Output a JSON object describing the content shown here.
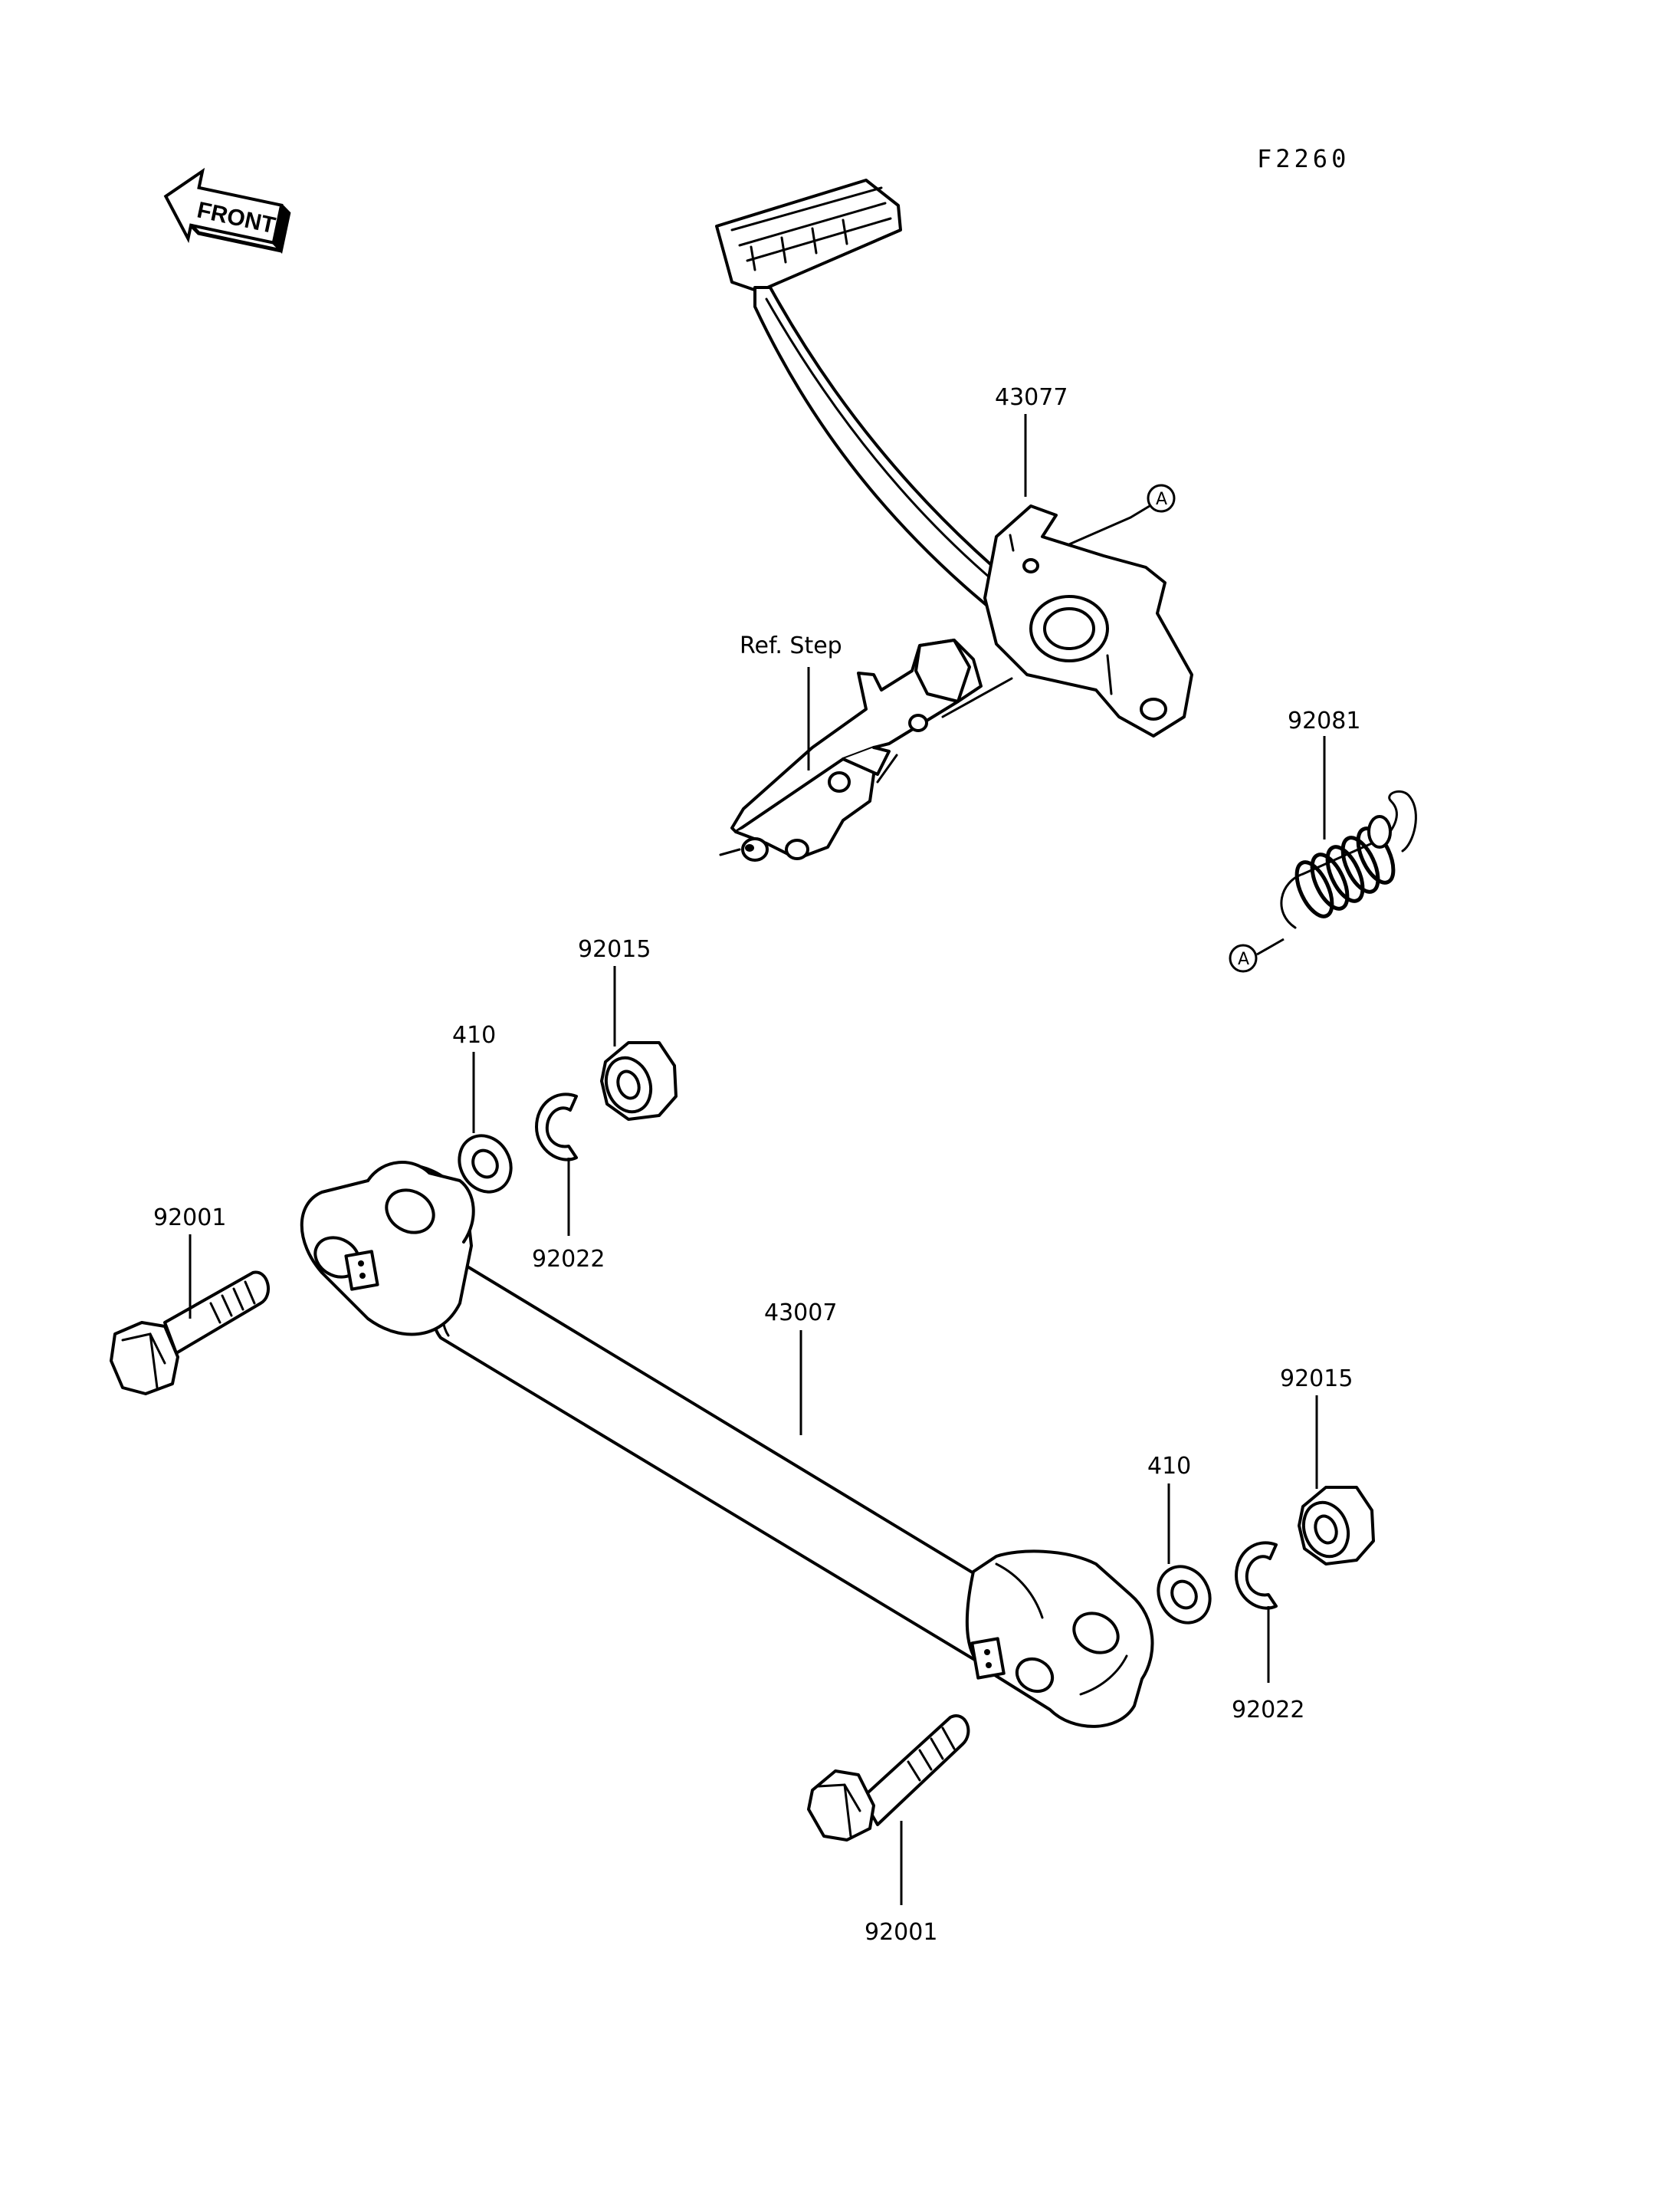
{
  "diagram": {
    "figure_code": "F2260",
    "front_label": "FRONT",
    "reference_label": "Ref. Step",
    "reference_mark": "A",
    "part_numbers": {
      "brake_pedal": "43077",
      "return_spring": "92081",
      "rod": "43007",
      "bolt_left": "92001",
      "bolt_right": "92001",
      "washer_left": "410",
      "washer_right": "410",
      "cotter_left": "92022",
      "cotter_right": "92022",
      "nut_left": "92015",
      "nut_right": "92015"
    }
  }
}
